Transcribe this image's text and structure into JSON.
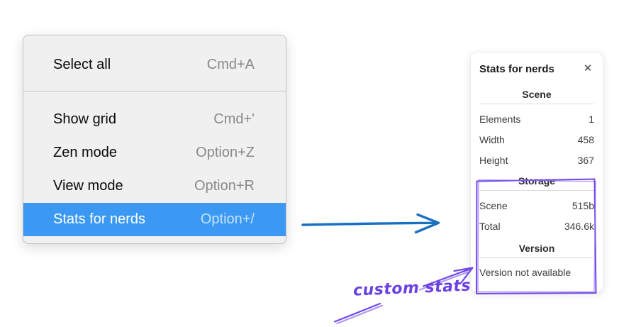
{
  "colors": {
    "menu_highlight": "#3b99f4",
    "arrow_blue": "#1971c2",
    "annotation_purple": "#7048e8"
  },
  "context_menu": {
    "items": [
      {
        "label": "Select all",
        "shortcut": "Cmd+A",
        "selected": false
      },
      {
        "label": "Show grid",
        "shortcut": "Cmd+'",
        "selected": false
      },
      {
        "label": "Zen mode",
        "shortcut": "Option+Z",
        "selected": false
      },
      {
        "label": "View mode",
        "shortcut": "Option+R",
        "selected": false
      },
      {
        "label": "Stats for nerds",
        "shortcut": "Option+/",
        "selected": true
      }
    ]
  },
  "stats_panel": {
    "title": "Stats for nerds",
    "close_icon": "✕",
    "sections": [
      {
        "heading": "Scene",
        "rows": [
          {
            "label": "Elements",
            "value": "1"
          },
          {
            "label": "Width",
            "value": "458"
          },
          {
            "label": "Height",
            "value": "367"
          }
        ]
      },
      {
        "heading": "Storage",
        "rows": [
          {
            "label": "Scene",
            "value": "515b"
          },
          {
            "label": "Total",
            "value": "346.6k"
          }
        ]
      },
      {
        "heading": "Version",
        "note": "Version not available"
      }
    ]
  },
  "annotation": {
    "label": "custom stats"
  }
}
